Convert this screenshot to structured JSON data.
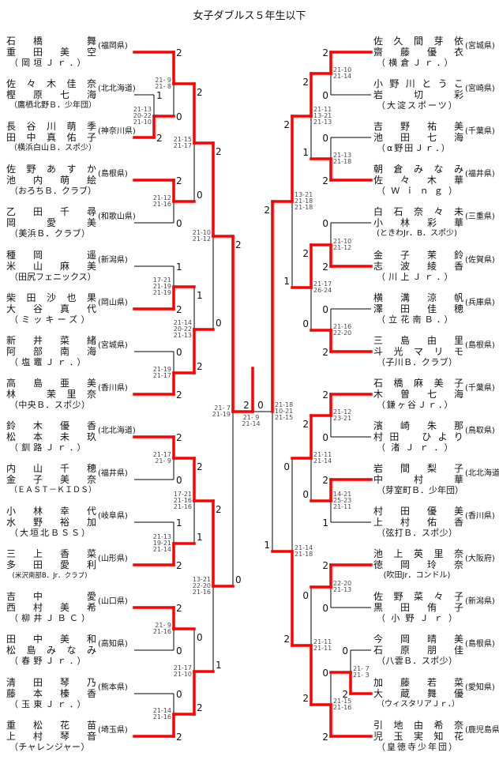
{
  "title": "女子ダブルス５年生以下",
  "colors": {
    "winner_line": "#ff0000",
    "line": "#000000"
  },
  "left": {
    "teams": [
      {
        "player1": "石橋　舞",
        "player2": "重田美空",
        "club": "（岡垣Ｊｒ．）",
        "prefecture": "(福岡県)"
      },
      {
        "player1": "佐々木佳奈",
        "player2": "樫原七海",
        "club": "（鷹栖北野Ｂ．少年団）",
        "prefecture": "(北北海道)"
      },
      {
        "player1": "長谷川萌季",
        "player2": "田中真佑子",
        "club": "（横浜白山Ｂ．スポ少）",
        "prefecture": "(神奈川県)"
      },
      {
        "player1": "佐野あすか",
        "player2": "池内萌絵",
        "club": "（おろちＢ．クラブ）",
        "prefecture": "(島根県)"
      },
      {
        "player1": "乙田千尋",
        "player2": "岡愛美",
        "club": "（美浜Ｂ．クラブ）",
        "prefecture": "(和歌山県)"
      },
      {
        "player1": "種岡　遥",
        "player2": "米山麻美",
        "club": "（田尻フェニックス）",
        "prefecture": "(新潟県)"
      },
      {
        "player1": "柴田沙也果",
        "player2": "大谷真代",
        "club": "（ミッキーズ）",
        "prefecture": "(岡山県)"
      },
      {
        "player1": "新井菜緒",
        "player2": "阿部南海",
        "club": "（塩竈Ｊｒ．）",
        "prefecture": "(宮城県)"
      },
      {
        "player1": "高島亜美",
        "player2": "林　茉里奈",
        "club": "（中央Ｂ．スポ少）",
        "prefecture": "(香川県)"
      },
      {
        "player1": "鈴木優香",
        "player2": "松本未玖",
        "club": "（釧路Ｊｒ．）",
        "prefecture": "(北北海道)"
      },
      {
        "player1": "内山千穂",
        "player2": "金子美奈",
        "club": "（ＥＡＳＴ－ＫＩＤＳ）",
        "prefecture": "(福井県)"
      },
      {
        "player1": "小林幸代",
        "player2": "水野裕加",
        "club": "（大垣北ＢＳＳ）",
        "prefecture": "(岐阜県)"
      },
      {
        "player1": "三上香菜",
        "player2": "多田愛利",
        "club": "(米沢南部B．Jr．クラブ)",
        "prefecture": "(山形県)"
      },
      {
        "player1": "吉中　愛",
        "player2": "西村美希",
        "club": "（柳井ＪＢＣ）",
        "prefecture": "(山口県)"
      },
      {
        "player1": "田中美和",
        "player2": "松島みなみ",
        "club": "（春野Ｊｒ．）",
        "prefecture": "(高知県)"
      },
      {
        "player1": "清田琴乃",
        "player2": "藤本榛香",
        "club": "（玉東Ｊｒ．）",
        "prefecture": "(熊本県)"
      },
      {
        "player1": "重松花苗",
        "player2": "上村琴音",
        "club": "（チャレンジャー）",
        "prefecture": "(埼玉県)"
      }
    ]
  },
  "right": {
    "teams": [
      {
        "player1": "佐久間芽依",
        "player2": "齋藤優衣",
        "club": "（横倉Ｊｒ．）",
        "prefecture": "(宮城県)"
      },
      {
        "player1": "小野川とうこ",
        "player2": "岩切彩",
        "club": "（大淀スポーツ）",
        "prefecture": "(宮崎県)"
      },
      {
        "player1": "吉野祐美",
        "player2": "池田七海",
        "club": "（α野田Ｊｒ．）",
        "prefecture": "(千葉県)"
      },
      {
        "player1": "朝倉みなみ",
        "player2": "佐々木華",
        "club": "（Ｗｉｎｇ）",
        "prefecture": "(福井県)"
      },
      {
        "player1": "白石奈々未",
        "player2": "小林彩華",
        "club": "(ときわJr．B．スポ少)",
        "prefecture": "(三重県)"
      },
      {
        "player1": "金子茉鈴",
        "player2": "志波綾香",
        "club": "（川上Ｊｒ．）",
        "prefecture": "(佐賀県)"
      },
      {
        "player1": "横溝涼帆",
        "player2": "澤田佳穂",
        "club": "（立花南Ｂ．）",
        "prefecture": "(兵庫県)"
      },
      {
        "player1": "三島由里",
        "player2": "斗光マリモ",
        "club": "（子川Ｂ．クラブ）",
        "prefecture": "(島根県)"
      },
      {
        "player1": "石橋麻美子",
        "player2": "木曽七海",
        "club": "（鎌ヶ谷Ｊｒ．）",
        "prefecture": "(千葉県)"
      },
      {
        "player1": "濱崎朱那",
        "player2": "村田　ひより",
        "club": "（渚Ｊｒ．）",
        "prefecture": "(鳥取県)"
      },
      {
        "player1": "岩間梨子",
        "player2": "中村華",
        "club": "（芽室町Ｂ．少年団）",
        "prefecture": "(北北海道)"
      },
      {
        "player1": "村田優美",
        "player2": "上村佑香",
        "club": "（弦打Ｂ．スポ少）",
        "prefecture": "(香川県)"
      },
      {
        "player1": "池上英里奈",
        "player2": "徳岡玲奈",
        "club": "(吹田Jr．コンドル)",
        "prefecture": "(大阪府)"
      },
      {
        "player1": "佐野菜々子",
        "player2": "黒田侑子",
        "club": "（小野Ｊｒ）",
        "prefecture": "(新潟県)"
      },
      {
        "player1": "今岡晴美",
        "player2": "石原朋佳",
        "club": "（八雲Ｂ．スポ少）",
        "prefecture": "(島根県)"
      },
      {
        "player1": "加藤若菜",
        "player2": "大蔵舞優",
        "club": "（ウィスタリアＪｒ．）",
        "prefecture": "(愛知県)"
      },
      {
        "player1": "引地由希奈",
        "player2": "児玉実知花",
        "club": "（皇徳寺少年団）",
        "prefecture": "(鹿児島県)"
      }
    ]
  },
  "matches": [
    {
      "id": "L-A",
      "sets": [
        "21-13",
        "20-22",
        "21-10"
      ],
      "scores": [
        "1",
        "2"
      ],
      "winner": "bottom"
    },
    {
      "id": "L-B",
      "sets": [
        "21- 9",
        "21- 8"
      ],
      "scores": [
        "2",
        "0"
      ],
      "winner": "top"
    },
    {
      "id": "L-C",
      "sets": [
        "21-12",
        "21-16"
      ],
      "scores": [
        "2",
        "0"
      ],
      "winner": "top"
    },
    {
      "id": "L-D",
      "sets": [
        "21-15",
        "21-17"
      ],
      "scores": [
        "2",
        "0"
      ],
      "winner": "top"
    },
    {
      "id": "L-E",
      "sets": [
        "17-21",
        "21-19",
        "21-19"
      ],
      "scores": [
        "1",
        "2"
      ],
      "winner": "bottom"
    },
    {
      "id": "L-F",
      "sets": [
        "21-19",
        "21-17"
      ],
      "scores": [
        "0",
        "2"
      ],
      "winner": "bottom"
    },
    {
      "id": "L-G",
      "sets": [
        "21-14",
        "20-22",
        "21-13"
      ],
      "scores": [
        "1",
        "2"
      ],
      "winner": "bottom"
    },
    {
      "id": "L-H",
      "sets": [
        "21-10",
        "21-12"
      ],
      "scores": [
        "2",
        "0"
      ],
      "winner": "top"
    },
    {
      "id": "L-J",
      "sets": [
        "21-17",
        "21- 9"
      ],
      "scores": [
        "2",
        "0"
      ],
      "winner": "top"
    },
    {
      "id": "L-K",
      "sets": [
        "21-13",
        "19-21",
        "21-14"
      ],
      "scores": [
        "1",
        "2"
      ],
      "winner": "bottom"
    },
    {
      "id": "L-L",
      "sets": [
        "17-21",
        "21-16",
        "21-16"
      ],
      "scores": [
        "2",
        "1"
      ],
      "winner": "top"
    },
    {
      "id": "L-M",
      "sets": [
        "21- 9",
        "21-16"
      ],
      "scores": [
        "2",
        "0"
      ],
      "winner": "top"
    },
    {
      "id": "L-N",
      "sets": [
        "21-14",
        "21-16"
      ],
      "scores": [
        "0",
        "2"
      ],
      "winner": "bottom"
    },
    {
      "id": "L-O",
      "sets": [
        "21-17",
        "21-10"
      ],
      "scores": [
        "0",
        "2"
      ],
      "winner": "bottom"
    },
    {
      "id": "L-P",
      "sets": [
        "13-21",
        "22-20",
        "21-16"
      ],
      "scores": [
        "2",
        "1"
      ],
      "winner": "top"
    },
    {
      "id": "L-S",
      "sets": [
        "21- 7",
        "21-19"
      ],
      "scores": [
        "2",
        "0"
      ],
      "winner": "top"
    },
    {
      "id": "R-A",
      "sets": [
        "21-10",
        "21-14"
      ],
      "scores": [
        "2",
        "0"
      ],
      "winner": "top"
    },
    {
      "id": "R-B",
      "sets": [
        "21-13",
        "21-18"
      ],
      "scores": [
        "0",
        "2"
      ],
      "winner": "bottom"
    },
    {
      "id": "R-C",
      "sets": [
        "21-11",
        "13-21",
        "21-13"
      ],
      "scores": [
        "2",
        "1"
      ],
      "winner": "top"
    },
    {
      "id": "R-D",
      "sets": [
        "21-10",
        "21-12"
      ],
      "scores": [
        "0",
        "2"
      ],
      "winner": "bottom"
    },
    {
      "id": "R-E",
      "sets": [
        "21-16",
        "22-20"
      ],
      "scores": [
        "0",
        "2"
      ],
      "winner": "bottom"
    },
    {
      "id": "R-F",
      "sets": [
        "21-17",
        "26-24"
      ],
      "scores": [
        "2",
        "0"
      ],
      "winner": "top"
    },
    {
      "id": "R-G",
      "sets": [
        "13-21",
        "21-18",
        "21-18"
      ],
      "scores": [
        "2",
        "1"
      ],
      "winner": "top"
    },
    {
      "id": "R-H",
      "sets": [
        "21-12",
        "23-21"
      ],
      "scores": [
        "2",
        "0"
      ],
      "winner": "top"
    },
    {
      "id": "R-I",
      "sets": [
        "14-21",
        "25-23",
        "21-11"
      ],
      "scores": [
        "2",
        "1"
      ],
      "winner": "top"
    },
    {
      "id": "R-J",
      "sets": [
        "21-11",
        "21-14"
      ],
      "scores": [
        "2",
        "0"
      ],
      "winner": "top"
    },
    {
      "id": "R-K",
      "sets": [
        "22-20",
        "21-13"
      ],
      "scores": [
        "2",
        "0"
      ],
      "winner": "top"
    },
    {
      "id": "R-L",
      "sets": [
        "21- 7",
        "21- 3"
      ],
      "scores": [
        "0",
        "2"
      ],
      "winner": "bottom"
    },
    {
      "id": "R-M",
      "sets": [
        "21-15",
        "21-16"
      ],
      "scores": [
        "0",
        "2"
      ],
      "winner": "bottom"
    },
    {
      "id": "R-N",
      "sets": [
        "21-11",
        "21-11"
      ],
      "scores": [
        "0",
        "2"
      ],
      "winner": "bottom"
    },
    {
      "id": "R-O",
      "sets": [
        "21-14",
        "21-18"
      ],
      "scores": [
        "0",
        "2"
      ],
      "winner": "bottom"
    },
    {
      "id": "R-S",
      "sets": [
        "21-18",
        "10-21",
        "21-15"
      ],
      "scores": [
        "2",
        "1"
      ],
      "winner": "top"
    }
  ],
  "final": {
    "sets": [
      "21- 9",
      "21-14"
    ],
    "scores": [
      "2",
      "0"
    ],
    "winner": "left"
  }
}
